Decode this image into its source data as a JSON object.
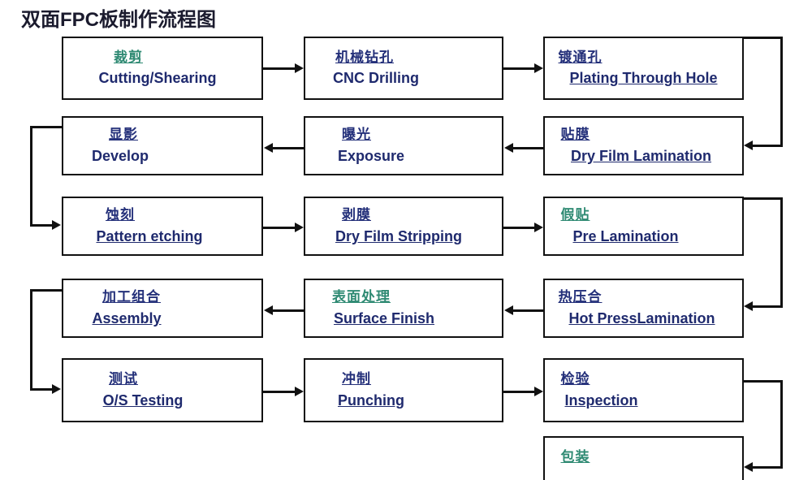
{
  "title": "双面FPC板制作流程图",
  "colors": {
    "chinese_blue": "#24307a",
    "chinese_green": "#2f8a73",
    "english_navy": "#1f2a6e",
    "box_border": "#111111",
    "connector": "#111111",
    "background": "#ffffff"
  },
  "nodes": [
    {
      "id": "cutting",
      "cn": "裁剪",
      "cn_color": "green",
      "en": "Cutting/Shearing",
      "row": 1,
      "col": 1
    },
    {
      "id": "drilling",
      "cn": "机械钻孔",
      "cn_color": "blue",
      "en": "CNC Drilling",
      "row": 1,
      "col": 2
    },
    {
      "id": "pth",
      "cn": "镀通孔",
      "cn_color": "blue",
      "en": "Plating Through Hole",
      "row": 1,
      "col": 3
    },
    {
      "id": "develop",
      "cn": "显影",
      "cn_color": "blue",
      "en": "Develop",
      "row": 2,
      "col": 1
    },
    {
      "id": "exposure",
      "cn": "曝光",
      "cn_color": "blue",
      "en": "Exposure",
      "row": 2,
      "col": 2
    },
    {
      "id": "dfl",
      "cn": "贴膜",
      "cn_color": "blue",
      "en": "Dry Film Lamination",
      "row": 2,
      "col": 3
    },
    {
      "id": "etching",
      "cn": "蚀刻",
      "cn_color": "blue",
      "en": "Pattern etching",
      "row": 3,
      "col": 1
    },
    {
      "id": "stripping",
      "cn": "剥膜",
      "cn_color": "blue",
      "en": "Dry Film Stripping",
      "row": 3,
      "col": 2
    },
    {
      "id": "prelam",
      "cn": "假贴",
      "cn_color": "green",
      "en": "Pre Lamination",
      "row": 3,
      "col": 3
    },
    {
      "id": "assembly",
      "cn": "加工组合",
      "cn_color": "blue",
      "en": "Assembly",
      "row": 4,
      "col": 1
    },
    {
      "id": "surface",
      "cn": "表面处理",
      "cn_color": "green",
      "en": "Surface  Finish",
      "row": 4,
      "col": 2
    },
    {
      "id": "hotpress",
      "cn": "热压合",
      "cn_color": "blue",
      "en": "Hot PressLamination",
      "row": 4,
      "col": 3
    },
    {
      "id": "testing",
      "cn": "测试",
      "cn_color": "blue",
      "en": "O/S Testing",
      "row": 5,
      "col": 1
    },
    {
      "id": "punching",
      "cn": "冲制",
      "cn_color": "blue",
      "en": "Punching",
      "row": 5,
      "col": 2
    },
    {
      "id": "inspection",
      "cn": "检验",
      "cn_color": "blue",
      "en": "Inspection",
      "row": 5,
      "col": 3
    },
    {
      "id": "packing",
      "cn": "包装",
      "cn_color": "green",
      "en": "",
      "row": 6,
      "col": 3
    }
  ],
  "flow_sequence": [
    "裁剪 Cutting/Shearing",
    "机械钻孔 CNC Drilling",
    "镀通孔 Plating Through Hole",
    "贴膜 Dry Film Lamination",
    "曝光 Exposure",
    "显影 Develop",
    "蚀刻 Pattern etching",
    "剥膜 Dry Film Stripping",
    "假贴 Pre Lamination",
    "热压合 Hot PressLamination",
    "表面处理 Surface  Finish",
    "加工组合 Assembly",
    "测试 O/S Testing",
    "冲制 Punching",
    "检验 Inspection",
    "包装 Packing"
  ]
}
